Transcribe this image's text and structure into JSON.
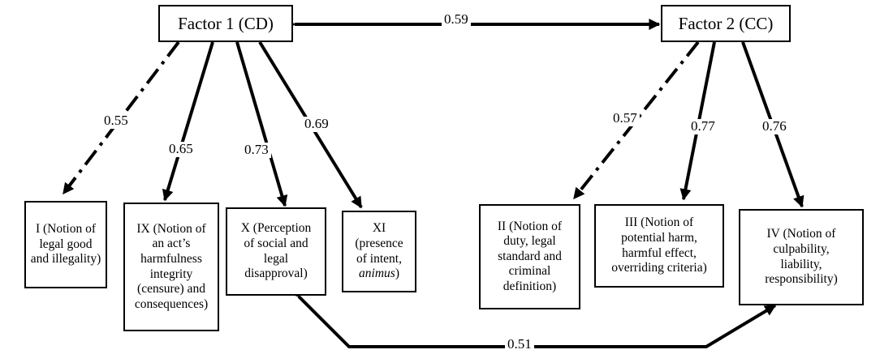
{
  "factors": {
    "f1": "Factor 1 (CD)",
    "f2": "Factor 2 (CC)"
  },
  "items": {
    "i": [
      "I (Notion of",
      "legal good",
      "and illegality)"
    ],
    "ix": [
      "IX (Notion of",
      "an act’s",
      "harmfulness",
      "integrity",
      "(censure) and",
      "consequences)"
    ],
    "x": [
      "X (Perception",
      "of social and",
      "legal",
      "disapproval)"
    ],
    "xi_lines": [
      "XI",
      "(presence",
      "of intent,"
    ],
    "xi_italic": "animus",
    "xi_close": ")",
    "ii": [
      "II (Notion of",
      "duty, legal",
      "standard and",
      "criminal",
      "definition)"
    ],
    "iii": [
      "III (Notion of",
      "potential harm,",
      "harmful effect,",
      "overriding criteria)"
    ],
    "iv": [
      "IV (Notion of",
      "culpability,",
      "liability,",
      "responsibility)"
    ]
  },
  "loadings": {
    "f1_f2": "0.59",
    "f1_i": "0.55",
    "f1_ix": "0.65",
    "f1_x": "0.73",
    "f1_xi": "0.69",
    "f2_ii": "0.57",
    "f2_iii": "0.77",
    "f2_iv": "0.76",
    "x_iv": "0.51"
  }
}
